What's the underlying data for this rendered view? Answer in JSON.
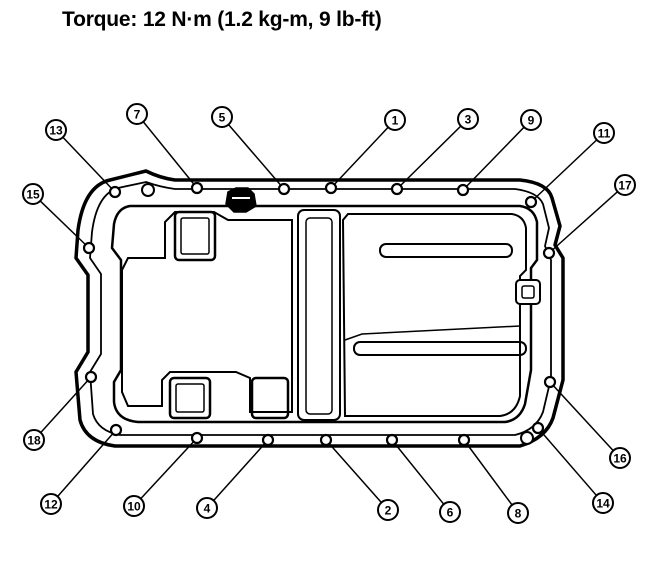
{
  "title": "Torque: 12 N·m (1.2 kg-m, 9 lb-ft)",
  "callouts": [
    "1",
    "2",
    "3",
    "4",
    "5",
    "6",
    "7",
    "8",
    "9",
    "10",
    "11",
    "12",
    "13",
    "14",
    "15",
    "16",
    "17",
    "18"
  ],
  "colors": {
    "ink": "#000000",
    "paper": "#ffffff"
  }
}
